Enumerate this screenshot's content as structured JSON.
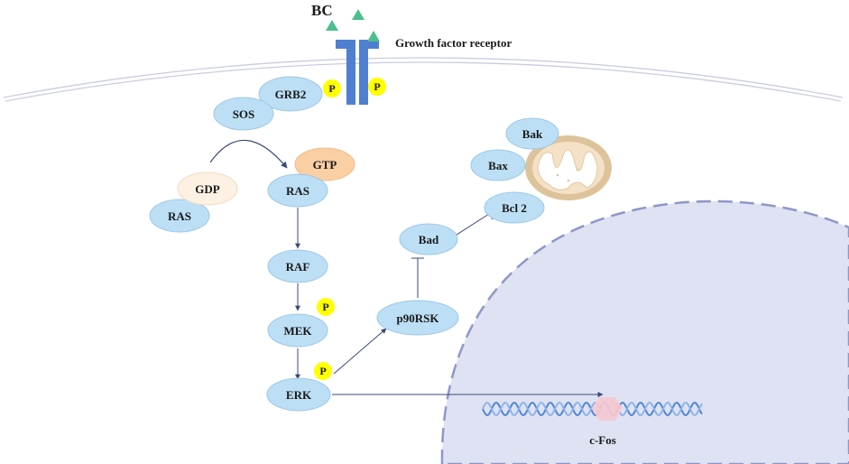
{
  "ligand": {
    "label": "BC",
    "color": "#4cbf8c"
  },
  "receptor": {
    "label": "Growth factor receptor",
    "color": "#4f7fd1"
  },
  "nodes": {
    "grb2": "GRB2",
    "sos": "SOS",
    "gdp": "GDP",
    "ras_inactive": "RAS",
    "gtp": "GTP",
    "ras_active": "RAS",
    "raf": "RAF",
    "mek": "MEK",
    "erk": "ERK",
    "p90rsk": "p90RSK",
    "bad": "Bad",
    "bcl2": "Bcl 2",
    "bax": "Bax",
    "bak": "Bak",
    "cfos": "c-Fos"
  },
  "phospho": "P",
  "colors": {
    "protein_fill": "#bcdff5",
    "protein_stroke": "#9cc8e8",
    "gdp_fill": "#fdf1e3",
    "gtp_fill": "#f9cfa3",
    "phospho_fill": "#ffff00",
    "nucleus_fill": "#dfe2f2",
    "nucleus_stroke": "#8e97c8",
    "arrow": "#3a4a7a",
    "membrane": "#c8cde0",
    "mito_outer": "#ddc39b",
    "mito_inner": "#f5e1c5",
    "dna": "#4f86d6"
  }
}
